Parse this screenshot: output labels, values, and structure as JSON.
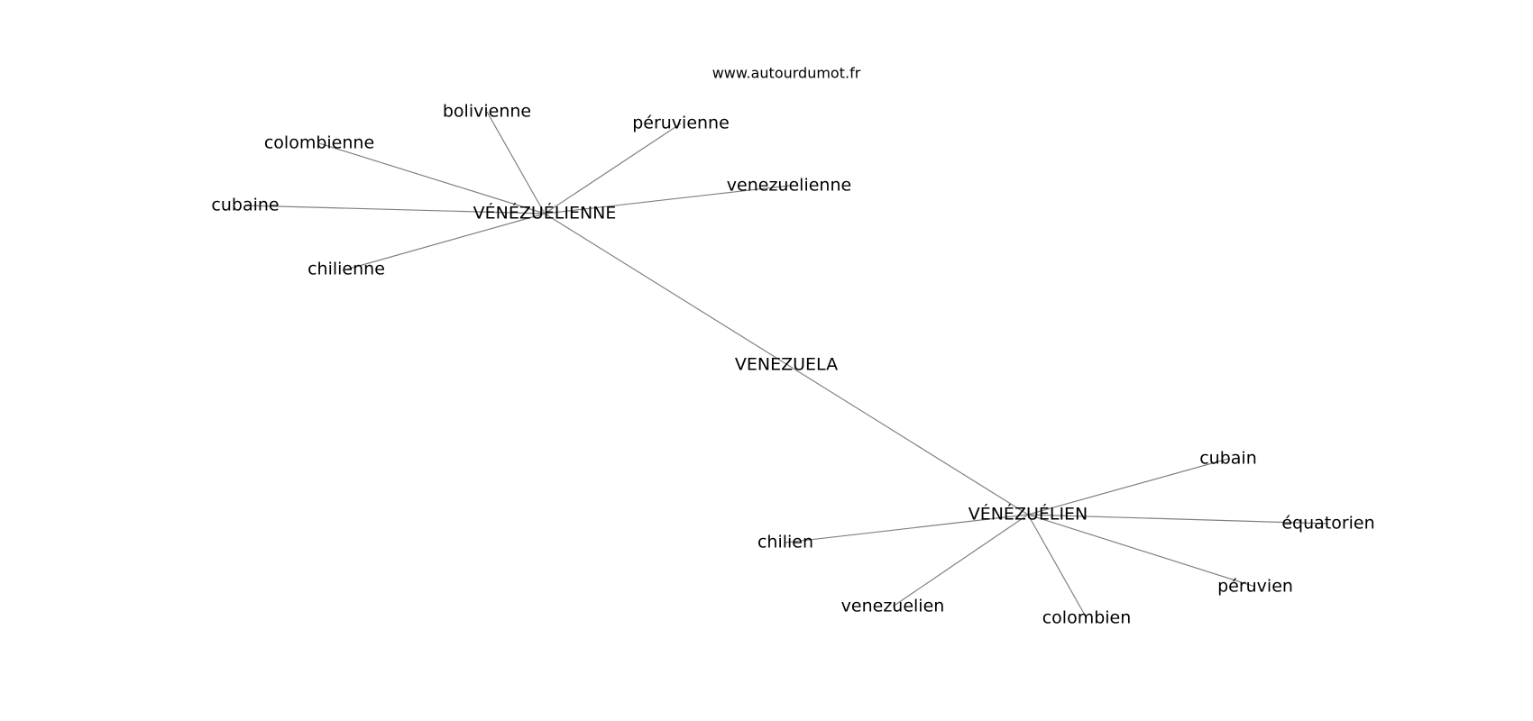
{
  "watermark": "www.autourdumot.fr",
  "graph": {
    "nodes": [
      {
        "id": "venezuela",
        "label": "VENEZUELA"
      },
      {
        "id": "venezuelienne-hub",
        "label": "VÉNÉZUÉLIENNE"
      },
      {
        "id": "venezuelien-hub",
        "label": "VÉNÉZUÉLIEN"
      },
      {
        "id": "bolivienne",
        "label": "bolivienne"
      },
      {
        "id": "peruvienne",
        "label": "péruvienne"
      },
      {
        "id": "colombienne",
        "label": "colombienne"
      },
      {
        "id": "venezuelienne",
        "label": "venezuelienne"
      },
      {
        "id": "cubaine",
        "label": "cubaine"
      },
      {
        "id": "chilienne",
        "label": "chilienne"
      },
      {
        "id": "cubain",
        "label": "cubain"
      },
      {
        "id": "equatorien",
        "label": "équatorien"
      },
      {
        "id": "chilien",
        "label": "chilien"
      },
      {
        "id": "peruvien",
        "label": "péruvien"
      },
      {
        "id": "venezuelien",
        "label": "venezuelien"
      },
      {
        "id": "colombien",
        "label": "colombien"
      }
    ],
    "edges": [
      [
        "venezuelienne-hub",
        "venezuelien-hub"
      ],
      [
        "venezuelienne-hub",
        "bolivienne"
      ],
      [
        "venezuelienne-hub",
        "peruvienne"
      ],
      [
        "venezuelienne-hub",
        "colombienne"
      ],
      [
        "venezuelienne-hub",
        "venezuelienne"
      ],
      [
        "venezuelienne-hub",
        "cubaine"
      ],
      [
        "venezuelienne-hub",
        "chilienne"
      ],
      [
        "venezuelien-hub",
        "cubain"
      ],
      [
        "venezuelien-hub",
        "equatorien"
      ],
      [
        "venezuelien-hub",
        "chilien"
      ],
      [
        "venezuelien-hub",
        "peruvien"
      ],
      [
        "venezuelien-hub",
        "venezuelien"
      ],
      [
        "venezuelien-hub",
        "colombien"
      ]
    ]
  }
}
